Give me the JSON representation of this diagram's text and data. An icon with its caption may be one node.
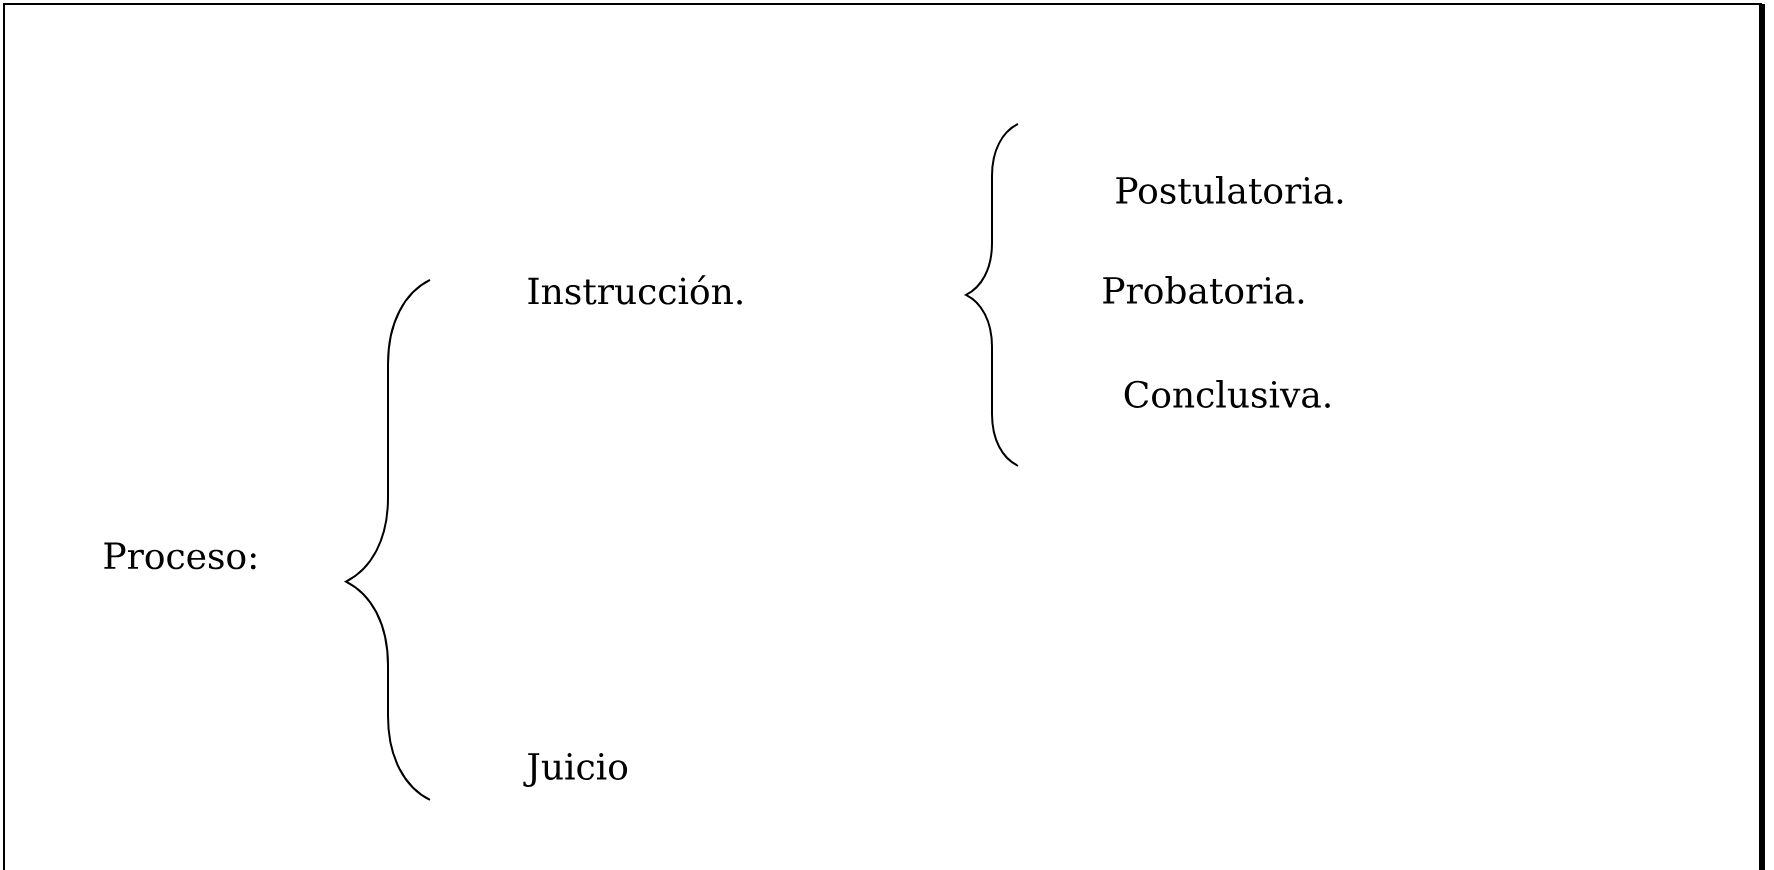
{
  "diagram": {
    "nodes": [
      {
        "text": [
          "Proceso:"
        ]
      },
      {
        "text": [
          "Instrucción."
        ]
      },
      {
        "text": [
          "Juicio"
        ]
      },
      {
        "text": [
          "Postulatoria."
        ]
      },
      {
        "text": [
          "Probatoria."
        ]
      },
      {
        "text": [
          "Conclusiva."
        ]
      }
    ]
  }
}
